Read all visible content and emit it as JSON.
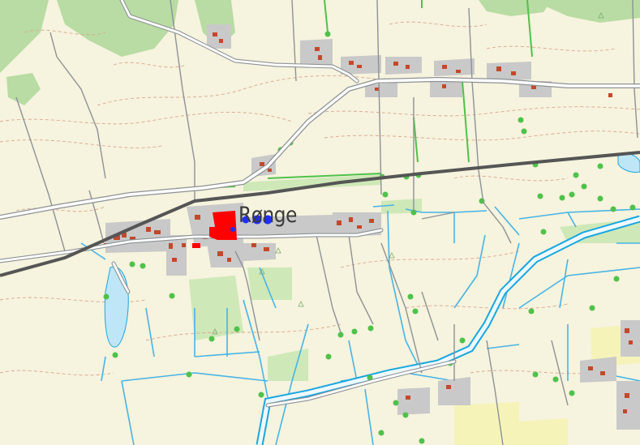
{
  "map": {
    "place_label": "Rønge",
    "colors": {
      "background": "#f6f3de",
      "forest": "#b8dca3",
      "field_green": "#cfe8b8",
      "road": "#9aa0a4",
      "road_fill": "#ffffff",
      "railway": "#555555",
      "water": "#1aa7e0",
      "stream": "#47b4e6",
      "contour": "#d9a98f",
      "building": "#c2492b",
      "built_area": "#c9c9c9",
      "hedge": "#4fc24a",
      "yellow_field": "#f5f3b8",
      "marker_red": "#ff0000",
      "marker_blue": "#1f2fff"
    },
    "markers": {
      "red": [
        "building-1",
        "building-2"
      ],
      "blue_points": [
        "point-1",
        "point-2",
        "point-3",
        "point-4"
      ]
    }
  }
}
